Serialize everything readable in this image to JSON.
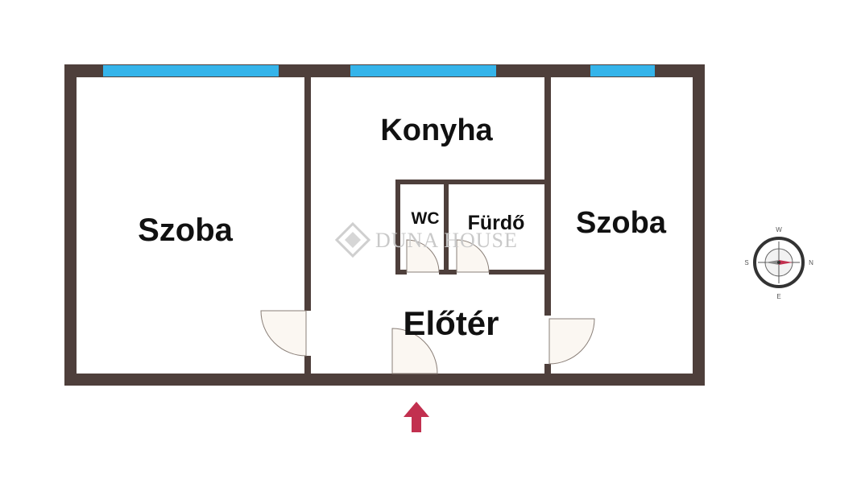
{
  "rooms": {
    "left": "Szoba",
    "kitchen": "Konyha",
    "wc": "WC",
    "bath": "Fürdő",
    "right": "Szoba",
    "hall": "Előtér"
  },
  "watermark": "DUNA HOUSE",
  "compass": {
    "north": "N",
    "south": "S",
    "east": "E",
    "west": "W"
  },
  "colors": {
    "wall": "#4e3f3b",
    "window": "#35b4ea",
    "door_fill": "#fbf7f2",
    "arrow": "#c2304f",
    "watermark": "#c9c9c9"
  }
}
